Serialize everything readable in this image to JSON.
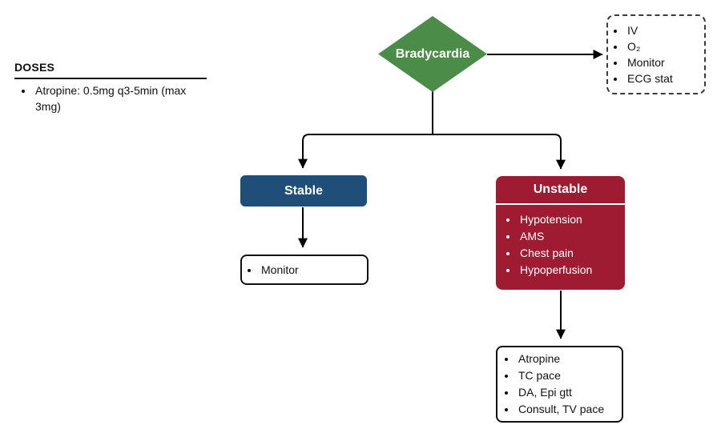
{
  "doses": {
    "title": "DOSES",
    "items": [
      "Atropine: 0.5mg q3-5min (max 3mg)"
    ]
  },
  "diamond": {
    "label": "Bradycardia"
  },
  "assess_box": {
    "items": [
      "IV",
      "O₂",
      "Monitor",
      "ECG stat"
    ]
  },
  "stable": {
    "label": "Stable",
    "actions": [
      "Monitor"
    ]
  },
  "unstable": {
    "label": "Unstable",
    "criteria": [
      "Hypotension",
      "AMS",
      "Chest pain",
      "Hypoperfusion"
    ],
    "actions": [
      "Atropine",
      "TC pace",
      "DA, Epi gtt",
      "Consult, TV pace"
    ]
  },
  "colors": {
    "diamond_green": "#4b8c48",
    "stable_blue": "#1f4e79",
    "unstable_red": "#9e1b32",
    "line_black": "#000000"
  }
}
